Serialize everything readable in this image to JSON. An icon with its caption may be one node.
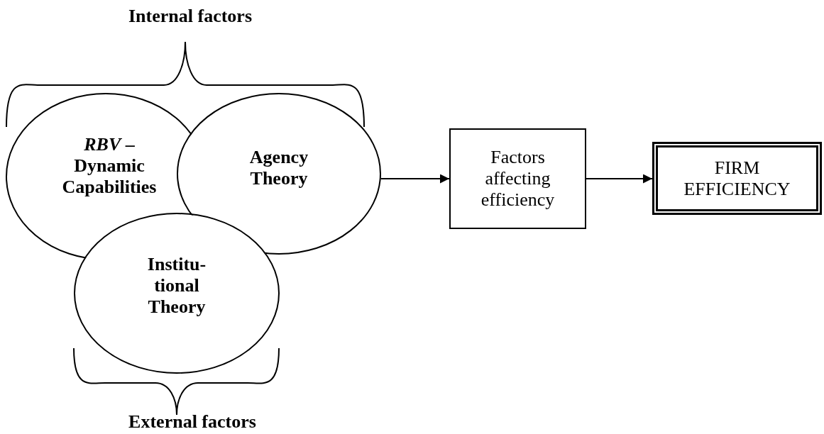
{
  "diagram": {
    "nodes": [
      {
        "text": [
          "*RBV* – Dynamic Capabilities"
        ]
      },
      {
        "text": [
          "Agency Theory"
        ]
      },
      {
        "text": [
          "Institu- tional Theory"
        ]
      },
      {
        "text": [
          "Factors affecting efficiency"
        ]
      },
      {
        "text": [
          "FIRM EFFICIENCY"
        ]
      }
    ],
    "edges": [
      {
        "from": 1,
        "to": 3,
        "arrow": "to"
      },
      {
        "from": 3,
        "to": 4,
        "arrow": "to"
      }
    ],
    "labels": [
      "Internal factors",
      "External factors"
    ]
  }
}
